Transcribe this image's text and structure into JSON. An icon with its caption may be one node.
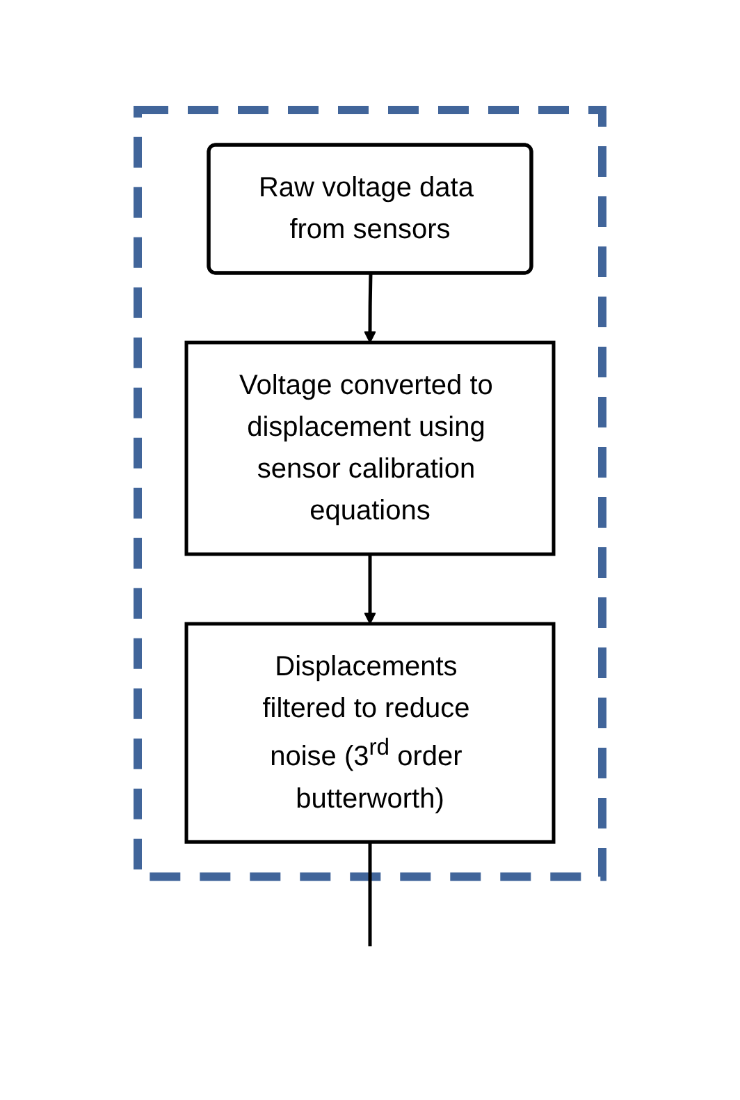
{
  "diagram": {
    "nodes": [
      {
        "text": [],
        "shape": "box"
      },
      {
        "text": [
          "Raw voltage data from sensors"
        ],
        "in": 0
      },
      {
        "text": [
          "Voltage converted to displacement using sensor calibration equations"
        ],
        "in": 0
      },
      {
        "text": [
          "Displacements filtered to reduce noise (3$^{rd}$ order butterworth)"
        ],
        "in": 0
      }
    ],
    "edges": [
      {
        "from": 1,
        "to": 2,
        "arrow": "to"
      },
      {
        "from": 2,
        "to": 3,
        "arrow": "to"
      },
      {
        "from": 3,
        "to": null,
        "arrow": "none"
      }
    ]
  }
}
